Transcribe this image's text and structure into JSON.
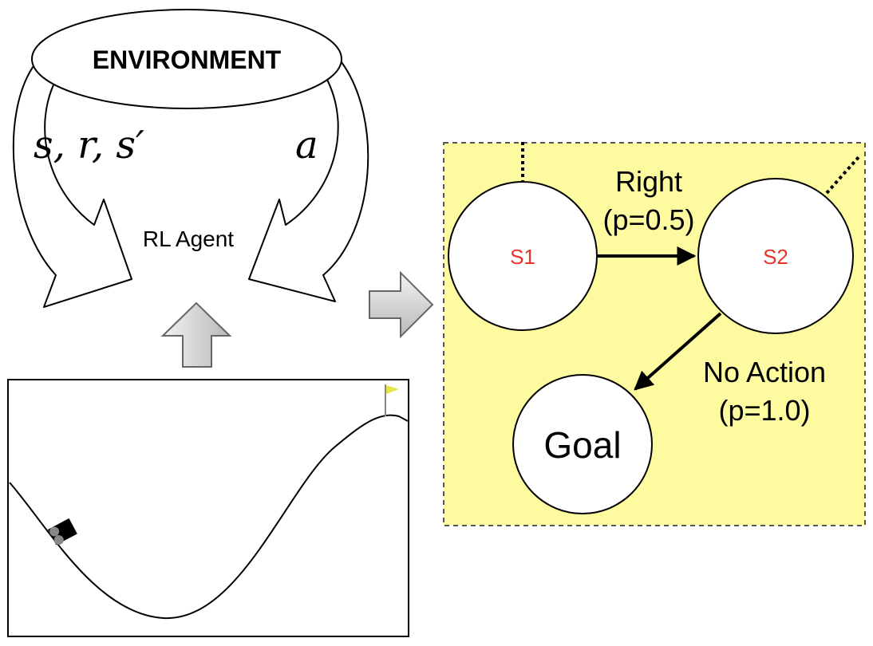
{
  "environment": {
    "label": "ENVIRONMENT"
  },
  "loop": {
    "observation_label": "s, r, s′",
    "action_label": "a",
    "agent_label": "RL Agent"
  },
  "mdp": {
    "states": [
      {
        "label": "S1",
        "color": "#e8332a"
      },
      {
        "label": "S2",
        "color": "#e8332a"
      },
      {
        "label": "Goal",
        "color": "#000000"
      }
    ],
    "transitions": [
      {
        "action": "Right",
        "prob": "(p=0.5)"
      },
      {
        "action": "No Action",
        "prob": "(p=1.0)"
      }
    ],
    "panel_fill": "#fefa9f",
    "panel_border": "#555555"
  },
  "arrows": {
    "fill": "#cccccc",
    "stroke": "#666666"
  }
}
